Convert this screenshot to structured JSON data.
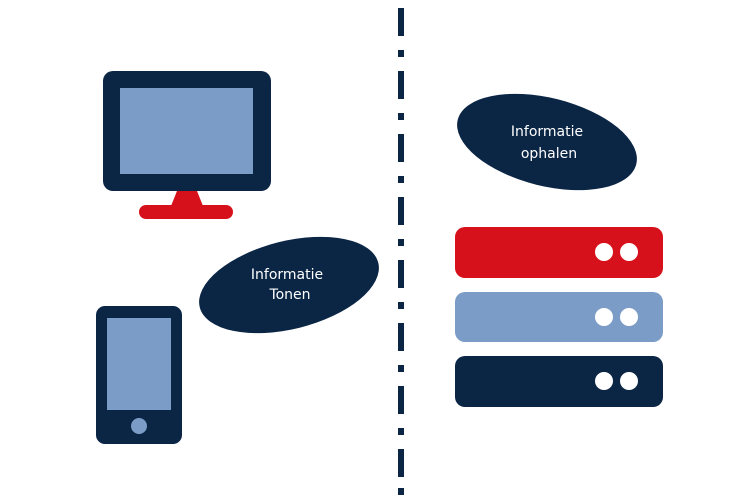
{
  "colors": {
    "navy": "#0b2545",
    "light_blue": "#7a9cc6",
    "red": "#d7111b",
    "white": "#ffffff"
  },
  "left_panel": {
    "bubble": {
      "line1": "Informatie",
      "line2": "Tonen"
    },
    "icons": [
      "desktop-monitor-icon",
      "smartphone-icon"
    ]
  },
  "right_panel": {
    "bubble": {
      "line1": "Informatie",
      "line2": "ophalen"
    },
    "server_units": [
      {
        "color": "red",
        "icon": "server-unit-icon"
      },
      {
        "color": "light_blue",
        "icon": "server-unit-icon"
      },
      {
        "color": "navy",
        "icon": "server-unit-icon"
      }
    ]
  },
  "divider": {
    "style": "dash-dot",
    "icon": "dash-dot-divider"
  }
}
